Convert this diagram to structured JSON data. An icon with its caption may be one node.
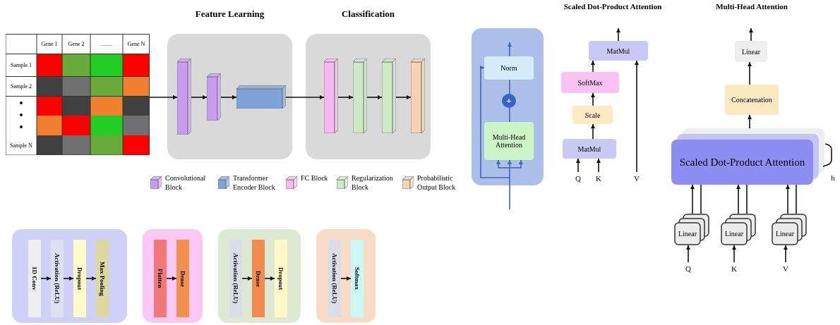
{
  "diagram": {
    "nodes": [
      {
        "text": [],
        "shape": "table"
      },
      {
        "text": [
          "Feature Learning"
        ]
      },
      {
        "text": [],
        "shape": "box",
        "in": 1
      },
      {
        "text": [],
        "shape": "box",
        "in": 1
      },
      {
        "text": [],
        "shape": "box",
        "in": 1
      },
      {
        "text": [
          "Classification"
        ]
      },
      {
        "text": [],
        "shape": "box",
        "in": 5
      },
      {
        "text": [],
        "shape": "box",
        "in": 5
      },
      {
        "text": [],
        "shape": "box",
        "in": 5
      },
      {
        "text": [],
        "shape": "box",
        "in": 5
      },
      {
        "text": [],
        "shape": "box"
      },
      {
        "text": [
          "Norm"
        ],
        "in": 10
      },
      {
        "text": [
          "+"
        ],
        "in": 10
      },
      {
        "text": [
          "Multi-Head Attention"
        ],
        "in": 10
      },
      {
        "text": [
          "MatMul"
        ]
      },
      {
        "text": [
          "SoftMax"
        ]
      },
      {
        "text": [
          "Scale"
        ]
      },
      {
        "text": [
          "MatMul"
        ]
      },
      {
        "text": [
          "Q"
        ]
      },
      {
        "text": [
          "K"
        ]
      },
      {
        "text": [
          "V"
        ]
      },
      {
        "text": [
          "Linear"
        ]
      },
      {
        "text": [
          "Concatenation"
        ]
      },
      {
        "text": [
          "Scaled Dot-Product Attention"
        ]
      },
      {
        "text": [
          "Linear"
        ]
      },
      {
        "text": [
          "Linear"
        ]
      },
      {
        "text": [
          "Linear"
        ]
      },
      {
        "text": [
          "Q"
        ]
      },
      {
        "text": [
          "K"
        ]
      },
      {
        "text": [
          "V"
        ]
      },
      {
        "text": [],
        "shape": "box"
      },
      {
        "text": [
          "1D Conv"
        ],
        "in": 30
      },
      {
        "text": [
          "Activation (ReLU)"
        ],
        "in": 30
      },
      {
        "text": [
          "Dropout"
        ],
        "in": 30
      },
      {
        "text": [
          "Max Pooling"
        ],
        "in": 30
      },
      {
        "text": [],
        "shape": "box"
      },
      {
        "text": [
          "Flatten"
        ],
        "in": 35
      },
      {
        "text": [
          "Dense"
        ],
        "in": 35
      },
      {
        "text": [],
        "shape": "box"
      },
      {
        "text": [
          "Activation (ReLU)"
        ],
        "in": 38
      },
      {
        "text": [
          "Dense"
        ],
        "in": 38
      },
      {
        "text": [
          "Dropout"
        ],
        "in": 38
      },
      {
        "text": [],
        "shape": "box"
      },
      {
        "text": [
          "Activation (ReLU)"
        ],
        "in": 42
      },
      {
        "text": [
          "Softmax"
        ],
        "in": 42
      }
    ],
    "edges": [
      {
        "from": 0,
        "to": 2,
        "arrow": "to"
      },
      {
        "from": 2,
        "to": 3,
        "arrow": "to"
      },
      {
        "from": 3,
        "to": 4,
        "arrow": "to"
      },
      {
        "from": 4,
        "to": 6,
        "arrow": "to"
      },
      {
        "from": 6,
        "to": 7,
        "arrow": "to"
      },
      {
        "from": 7,
        "to": 8,
        "arrow": "to"
      },
      {
        "from": 8,
        "to": 9,
        "arrow": "to"
      },
      {
        "from": null,
        "to": 13,
        "arrow": "to",
        "color": "#3f66b8"
      },
      {
        "from": null,
        "to": 11,
        "arrow": "to",
        "color": "#3f66b8"
      },
      {
        "from": 13,
        "to": 12,
        "arrow": "none",
        "color": "#3f66b8"
      },
      {
        "from": 12,
        "to": 11,
        "arrow": "none",
        "color": "#3f66b8"
      },
      {
        "from": 11,
        "to": null,
        "arrow": "to",
        "color": "#3f66b8"
      },
      {
        "from": 18,
        "to": 17,
        "arrow": "to"
      },
      {
        "from": 19,
        "to": 17,
        "arrow": "to"
      },
      {
        "from": 17,
        "to": 16,
        "arrow": "to"
      },
      {
        "from": 16,
        "to": 15,
        "arrow": "to"
      },
      {
        "from": 15,
        "to": 14,
        "arrow": "to"
      },
      {
        "from": 20,
        "to": 14,
        "arrow": "to"
      },
      {
        "from": 14,
        "to": null,
        "arrow": "to"
      },
      {
        "from": 27,
        "to": 24,
        "arrow": "to"
      },
      {
        "from": 28,
        "to": 25,
        "arrow": "to"
      },
      {
        "from": 29,
        "to": 26,
        "arrow": "to"
      },
      {
        "from": 24,
        "to": 23,
        "arrow": "to"
      },
      {
        "from": 24,
        "to": 23,
        "arrow": "none"
      },
      {
        "from": 25,
        "to": 23,
        "arrow": "to"
      },
      {
        "from": 25,
        "to": 23,
        "arrow": "none"
      },
      {
        "from": 26,
        "to": 23,
        "arrow": "to"
      },
      {
        "from": 26,
        "to": 23,
        "arrow": "none"
      },
      {
        "from": 23,
        "to": 22,
        "arrow": "to"
      },
      {
        "from": 22,
        "to": 21,
        "arrow": "to"
      },
      {
        "from": 21,
        "to": null,
        "arrow": "to"
      },
      {
        "from": 31,
        "to": 32,
        "arrow": "to"
      },
      {
        "from": 32,
        "to": 33,
        "arrow": "to"
      },
      {
        "from": 33,
        "to": 34,
        "arrow": "to"
      },
      {
        "from": 36,
        "to": 37,
        "arrow": "to"
      },
      {
        "from": 39,
        "to": 40,
        "arrow": "to"
      },
      {
        "from": 40,
        "to": 41,
        "arrow": "to"
      },
      {
        "from": 43,
        "to": 44,
        "arrow": "to"
      }
    ],
    "labels": [
      "Gene 1",
      "Gene 2",
      "........",
      "Gene N",
      "Sample 1",
      "Sample 2",
      "Sample N",
      "Scaled Dot-Product Attention",
      "Multi-Head Attention",
      "h"
    ],
    "legend": [
      {
        "text": "Convolutional Block",
        "color": "#c99cf2"
      },
      {
        "text": "Transformer Encoder Block",
        "color": "#7fa3d9"
      },
      {
        "text": "FC Block",
        "color": "#f7b9f2"
      },
      {
        "text": "Regularization Block",
        "color": "#cfe8c6"
      },
      {
        "text": "Probabilistic Output Block",
        "color": "#f9d2b3"
      }
    ]
  }
}
